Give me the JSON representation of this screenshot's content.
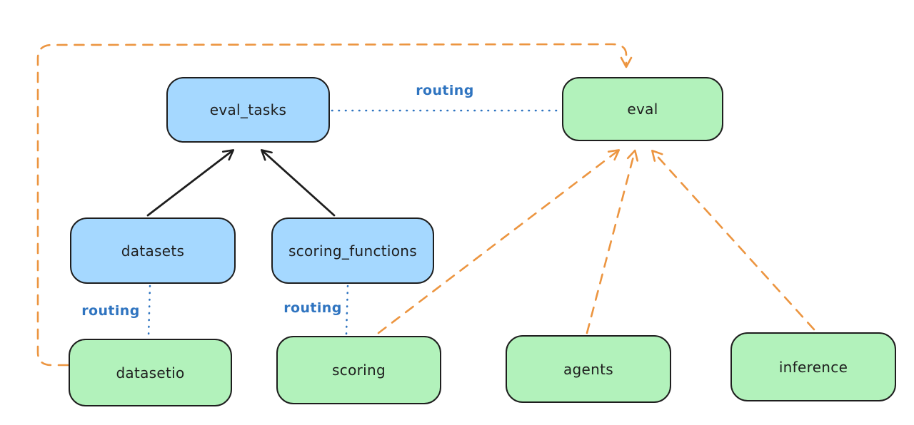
{
  "diagram": {
    "nodes": [
      {
        "id": "eval_tasks",
        "label": "eval_tasks",
        "kind": "registry",
        "fill": "#a5d8ff"
      },
      {
        "id": "eval",
        "label": "eval",
        "kind": "api",
        "fill": "#b2f2bb"
      },
      {
        "id": "datasets",
        "label": "datasets",
        "kind": "registry",
        "fill": "#a5d8ff"
      },
      {
        "id": "scoring_functions",
        "label": "scoring_functions",
        "kind": "registry",
        "fill": "#a5d8ff"
      },
      {
        "id": "datasetio",
        "label": "datasetio",
        "kind": "api",
        "fill": "#b2f2bb"
      },
      {
        "id": "scoring",
        "label": "scoring",
        "kind": "api",
        "fill": "#b2f2bb"
      },
      {
        "id": "agents",
        "label": "agents",
        "kind": "api",
        "fill": "#b2f2bb"
      },
      {
        "id": "inference",
        "label": "inference",
        "kind": "api",
        "fill": "#b2f2bb"
      }
    ],
    "edge_labels": [
      {
        "id": "routing-eval_tasks-to-eval",
        "label": "routing"
      },
      {
        "id": "routing-datasets-to-datasetio",
        "label": "routing"
      },
      {
        "id": "routing-scoring_functions-scoring",
        "label": "routing"
      }
    ],
    "edges": [
      {
        "from": "datasets",
        "to": "eval_tasks",
        "style": "solid-black-arrow"
      },
      {
        "from": "scoring_functions",
        "to": "eval_tasks",
        "style": "solid-black-arrow"
      },
      {
        "from": "eval_tasks",
        "to": "eval",
        "style": "dotted-blue",
        "label": "routing"
      },
      {
        "from": "datasets",
        "to": "datasetio",
        "style": "dotted-blue",
        "label": "routing"
      },
      {
        "from": "scoring_functions",
        "to": "scoring",
        "style": "dotted-blue",
        "label": "routing"
      },
      {
        "from": "datasetio",
        "to": "eval",
        "style": "dashed-orange-arrow"
      },
      {
        "from": "scoring",
        "to": "eval",
        "style": "dashed-orange-arrow"
      },
      {
        "from": "agents",
        "to": "eval",
        "style": "dashed-orange-arrow"
      },
      {
        "from": "inference",
        "to": "eval",
        "style": "dashed-orange-arrow"
      }
    ],
    "colors": {
      "background": "#ffffff",
      "node_border": "#1e1e1e",
      "node_text": "#1e1e1e",
      "blue_fill": "#a5d8ff",
      "green_fill": "#b2f2bb",
      "routing_blue": "#2f74c0",
      "dependency_orange": "#ec9540",
      "solid_arrow_black": "#1e1e1e"
    }
  }
}
